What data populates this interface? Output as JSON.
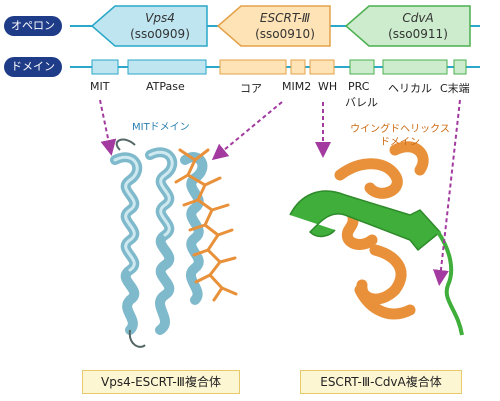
{
  "operon": {
    "label": "オペロン",
    "genes": [
      {
        "name": "Vps4",
        "id": "(sso0909)",
        "color": "#bfe6f0"
      },
      {
        "name": "ESCRT-Ⅲ",
        "id": "(sso0910)",
        "color": "#fde3b5"
      },
      {
        "name": "CdvA",
        "id": "(sso0911)",
        "color": "#cdeccd"
      }
    ]
  },
  "domain_row": {
    "label": "ドメイン",
    "domains": {
      "mit": "MIT",
      "atpase": "ATPase",
      "core": "コア",
      "mim2": "MIM2",
      "wh": "WH",
      "prc": "PRC",
      "barrel": "バレル",
      "helical": "ヘリカル",
      "cterm": "C末端"
    }
  },
  "annotations": {
    "mit_domain": "MITドメイン",
    "winged_helix_line1": "ウイングドヘリックス",
    "winged_helix_line2": "ドメイン"
  },
  "captions": {
    "left": "Vps4-ESCRT-Ⅲ複合体",
    "right": "ESCRT-Ⅲ-CdvA複合体"
  },
  "colors": {
    "operon_label_bg": "#1f3c88",
    "line": "#2aa7c9",
    "arrow": "#a23a9f",
    "vps4_structure": "#8ec5d6",
    "escrt_structure": "#e8913a",
    "cdva_strand": "#3fae3a"
  }
}
